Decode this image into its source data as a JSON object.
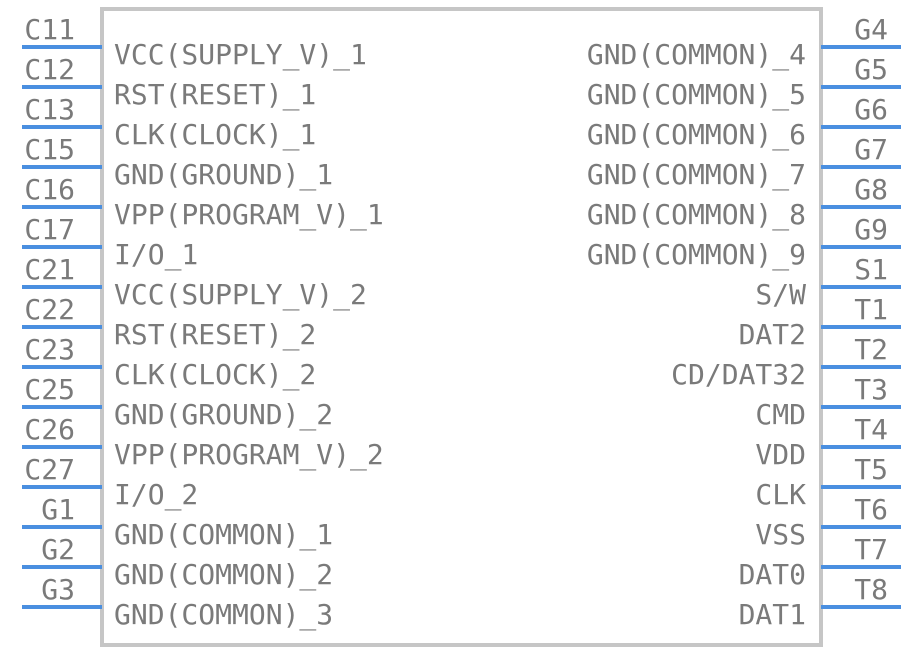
{
  "colors": {
    "pin_line": "#4a8fe0",
    "body_outline": "#c6c6c6",
    "text": "#7a7a7a",
    "background": "#ffffff"
  },
  "left_pins": [
    {
      "number": "C11",
      "name": "VCC(SUPPLY_V)_1"
    },
    {
      "number": "C12",
      "name": "RST(RESET)_1"
    },
    {
      "number": "C13",
      "name": "CLK(CLOCK)_1"
    },
    {
      "number": "C15",
      "name": "GND(GROUND)_1"
    },
    {
      "number": "C16",
      "name": "VPP(PROGRAM_V)_1"
    },
    {
      "number": "C17",
      "name": "I/O_1"
    },
    {
      "number": "C21",
      "name": "VCC(SUPPLY_V)_2"
    },
    {
      "number": "C22",
      "name": "RST(RESET)_2"
    },
    {
      "number": "C23",
      "name": "CLK(CLOCK)_2"
    },
    {
      "number": "C25",
      "name": "GND(GROUND)_2"
    },
    {
      "number": "C26",
      "name": "VPP(PROGRAM_V)_2"
    },
    {
      "number": "C27",
      "name": "I/O_2"
    },
    {
      "number": "G1",
      "name": "GND(COMMON)_1"
    },
    {
      "number": "G2",
      "name": "GND(COMMON)_2"
    },
    {
      "number": "G3",
      "name": "GND(COMMON)_3"
    }
  ],
  "right_pins": [
    {
      "number": "G4",
      "name": "GND(COMMON)_4"
    },
    {
      "number": "G5",
      "name": "GND(COMMON)_5"
    },
    {
      "number": "G6",
      "name": "GND(COMMON)_6"
    },
    {
      "number": "G7",
      "name": "GND(COMMON)_7"
    },
    {
      "number": "G8",
      "name": "GND(COMMON)_8"
    },
    {
      "number": "G9",
      "name": "GND(COMMON)_9"
    },
    {
      "number": "S1",
      "name": "S/W"
    },
    {
      "number": "T1",
      "name": "DAT2"
    },
    {
      "number": "T2",
      "name": "CD/DAT32"
    },
    {
      "number": "T3",
      "name": "CMD"
    },
    {
      "number": "T4",
      "name": "VDD"
    },
    {
      "number": "T5",
      "name": "CLK"
    },
    {
      "number": "T6",
      "name": "VSS"
    },
    {
      "number": "T7",
      "name": "DAT0"
    },
    {
      "number": "T8",
      "name": "DAT1"
    }
  ]
}
